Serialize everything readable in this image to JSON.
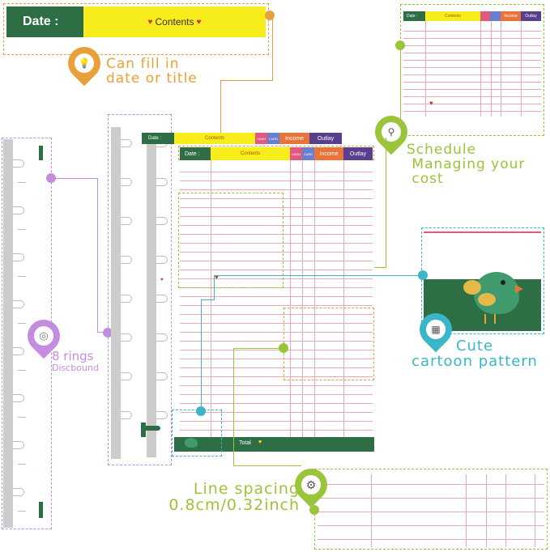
{
  "header_large": {
    "date_label": "Date :",
    "contents_label": "Contents"
  },
  "header_small": {
    "date_label": "Date :",
    "contents_label": "Contents",
    "cash": "CASH",
    "card": "CARD",
    "income": "Income",
    "outlay": "Outlay"
  },
  "callouts": {
    "fill": "Can fill in\ndate or title",
    "schedule": "Schedule\n Managing your\n cost",
    "rings_title": "8 rings",
    "rings_sub": "Discbound",
    "cartoon": "Cute\ncartoon pattern",
    "spacing": "Line spacing\n0.8cm/0.32inch"
  },
  "footer": {
    "total_label": "Total"
  },
  "icons": [
    "bulb-icon",
    "search-icon",
    "target-icon",
    "palette-icon",
    "gear-icon",
    "heart-icon",
    "bird-icon"
  ],
  "colors": {
    "green": "#2e6e45",
    "yellow": "#f7ec1c",
    "orange": "#e8743b",
    "purple": "#5a3f8f",
    "pink_line": "#e8a8b5",
    "accent_orange": "#e8a13a",
    "accent_green": "#9ac43a",
    "accent_purple": "#c58de0",
    "accent_teal": "#3bb6c8"
  }
}
